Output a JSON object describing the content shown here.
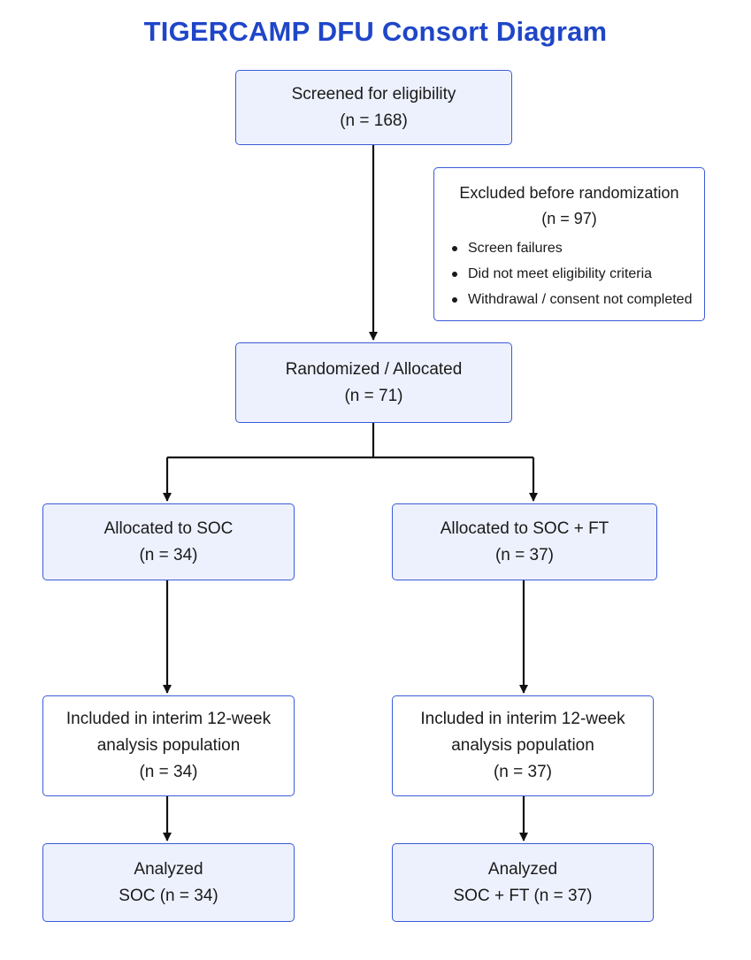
{
  "title": "TIGERCAMP DFU Consort Diagram",
  "screened": {
    "label": "Screened for eligibility",
    "n": "(n = 168)"
  },
  "excluded": {
    "label": "Excluded before randomization",
    "n": "(n = 97)",
    "reasons": [
      "Screen failures",
      "Did not meet eligibility criteria",
      "Withdrawal / consent not completed"
    ]
  },
  "randomized": {
    "label": "Randomized / Allocated",
    "n": "(n = 71)"
  },
  "arms": [
    {
      "allocated": {
        "label": "Allocated to SOC",
        "n": "(n = 34)"
      },
      "included": {
        "line1": "Included in interim 12-week",
        "line2": "analysis population",
        "n": "(n = 34)"
      },
      "analyzed": {
        "label": "Analyzed",
        "detail": "SOC (n = 34)"
      }
    },
    {
      "allocated": {
        "label": "Allocated to SOC + FT",
        "n": "(n = 37)"
      },
      "included": {
        "line1": "Included in interim 12-week",
        "line2": "analysis population",
        "n": "(n = 37)"
      },
      "analyzed": {
        "label": "Analyzed",
        "detail": "SOC + FT (n = 37)"
      }
    }
  ],
  "colors": {
    "title": "#1f46c8",
    "box_border": "#3a5bd9",
    "box_fill": "#edf1fd",
    "arrow": "#111111"
  }
}
